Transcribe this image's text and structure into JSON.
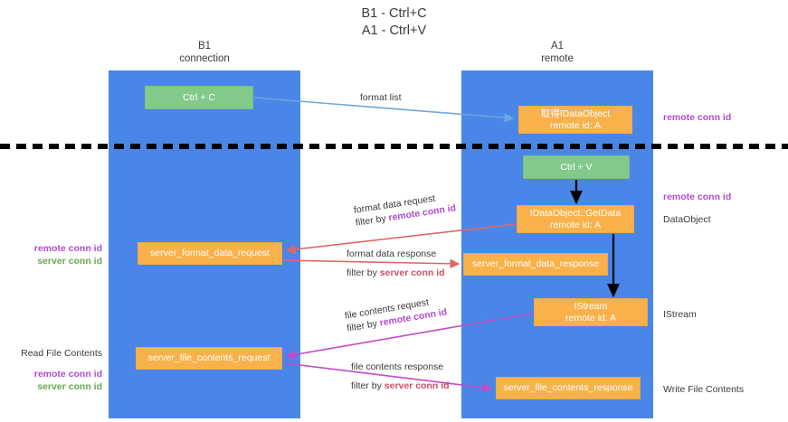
{
  "diagram": {
    "title_line1": "B1 - Ctrl+C",
    "title_line2": "A1 - Ctrl+V",
    "colors": {
      "lane": "#4a86e8",
      "green_node": "#83c98a",
      "orange_node": "#f9b24b",
      "remote_conn_id": "#b44ad0",
      "server_conn_id_left": "#6aa84f",
      "server_conn_id_edge": "#d24b6a",
      "arrow_blue": "#6fa8dc",
      "arrow_red": "#e06666",
      "arrow_magenta": "#c34ac3",
      "arrow_black": "#000000",
      "divider": "#000000"
    },
    "columns": [
      {
        "name": "B1",
        "sub": "connection"
      },
      {
        "name": "A1",
        "sub": "remote"
      }
    ],
    "nodes": [
      {
        "id": "ctrl-c",
        "line1": "Ctrl + C",
        "line2": "",
        "color": "green"
      },
      {
        "id": "get-idataobject",
        "line1": "取得IDataObject",
        "line2": "remote id: A",
        "color": "orange"
      },
      {
        "id": "ctrl-v",
        "line1": "Ctrl + V",
        "line2": "",
        "color": "green"
      },
      {
        "id": "idataobject-getdata",
        "line1": "IDataObject::GetData",
        "line2": "remote id: A",
        "color": "orange"
      },
      {
        "id": "server-format-data-request",
        "line1": "server_format_data_request",
        "line2": "",
        "color": "orange"
      },
      {
        "id": "server-format-data-response",
        "line1": "server_format_data_response",
        "line2": "",
        "color": "orange"
      },
      {
        "id": "istream",
        "line1": "IStream",
        "line2": "remote id: A",
        "color": "orange"
      },
      {
        "id": "server-file-contents-request",
        "line1": "server_file_contents_request",
        "line2": "",
        "color": "orange"
      },
      {
        "id": "server-file-contents-response",
        "line1": "server_file_contents_response",
        "line2": "",
        "color": "orange"
      }
    ],
    "edge_labels": [
      {
        "id": "format-list",
        "text": "format list",
        "filter_prefix": "",
        "filter_key": ""
      },
      {
        "id": "format-data-request",
        "text": "format data request",
        "filter_prefix": "filter by ",
        "filter_key": "remote conn id"
      },
      {
        "id": "format-data-response",
        "text": "format data response",
        "filter_prefix": "filter by ",
        "filter_key": "server conn id"
      },
      {
        "id": "file-contents-request",
        "text": "file contents request",
        "filter_prefix": "filter by ",
        "filter_key": "remote conn id"
      },
      {
        "id": "file-contents-response",
        "text": "file contents response",
        "filter_prefix": "filter by ",
        "filter_key": "server conn id"
      }
    ],
    "right_annotations": [
      {
        "id": "r1",
        "remote": "remote conn id",
        "plain": ""
      },
      {
        "id": "r2",
        "remote": "remote conn id",
        "plain": "DataObject"
      },
      {
        "id": "r3",
        "remote": "",
        "plain": "IStream"
      },
      {
        "id": "r4",
        "remote": "",
        "plain": "Write File Contents"
      }
    ],
    "left_annotations": [
      {
        "id": "l1",
        "plain": "",
        "remote": "remote conn id",
        "server": "server conn id"
      },
      {
        "id": "l2",
        "plain": "Read File Contents",
        "remote": "remote conn id",
        "server": "server conn id"
      }
    ]
  }
}
